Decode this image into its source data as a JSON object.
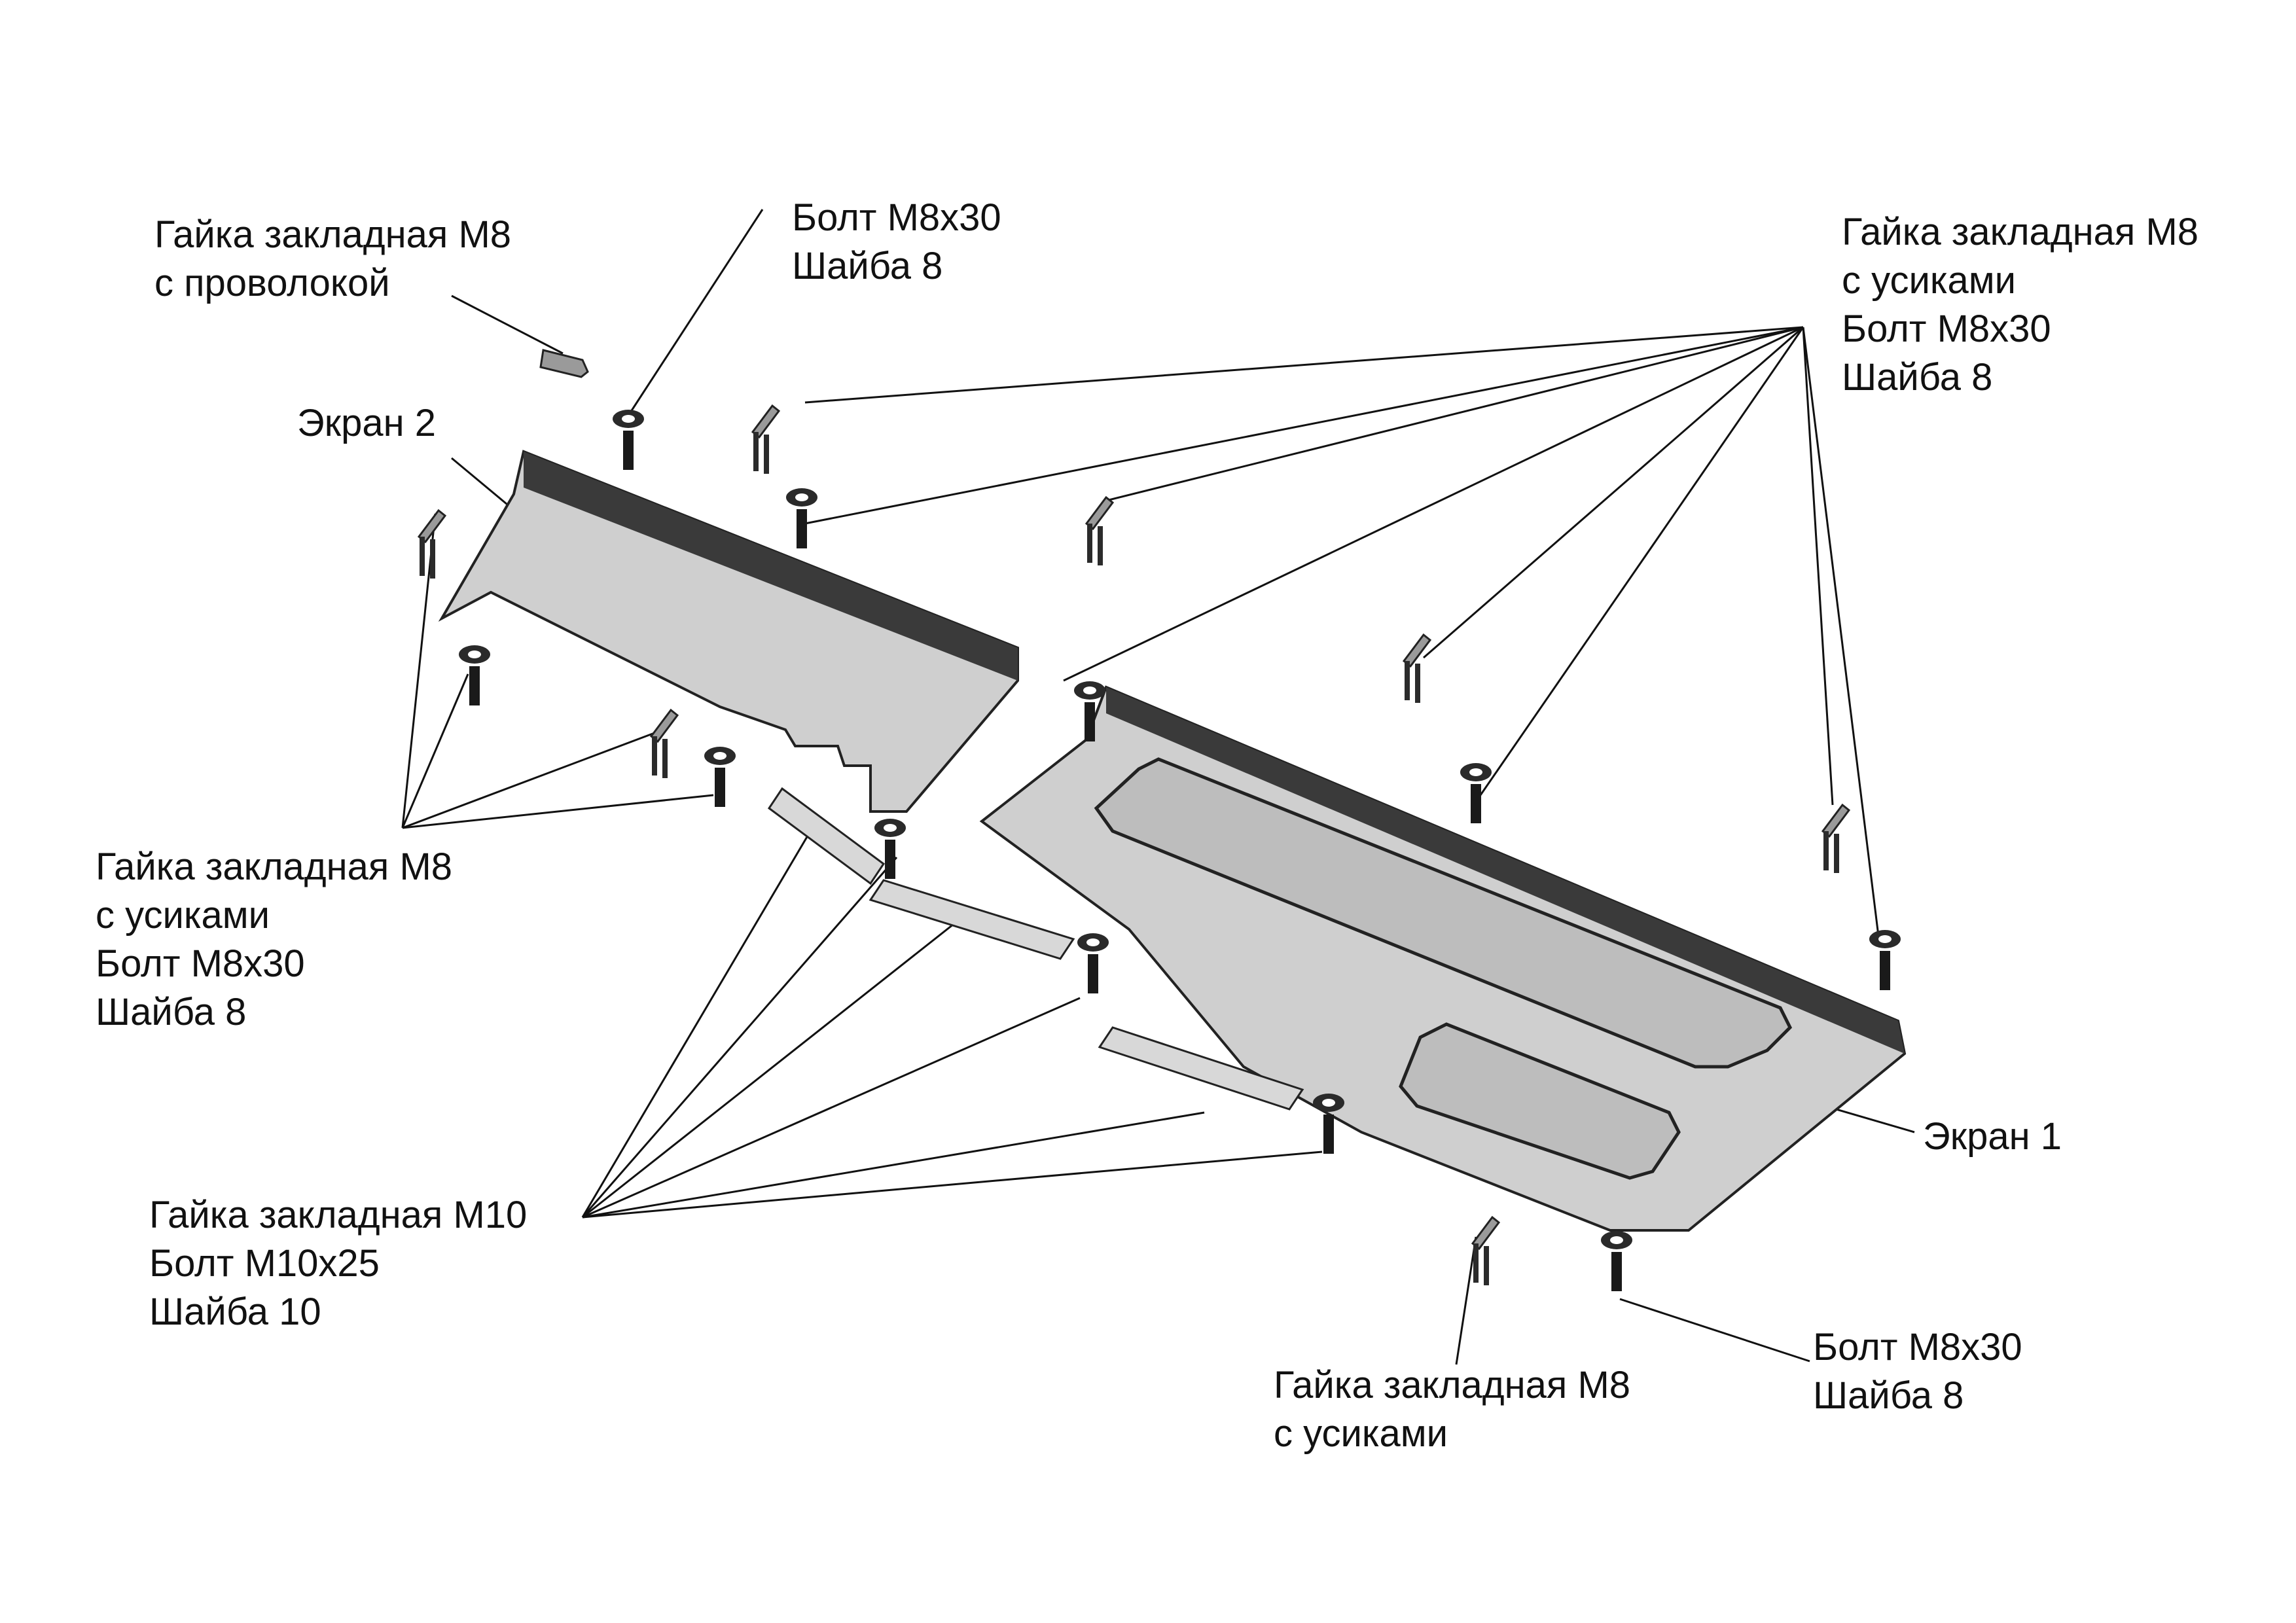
{
  "labels": {
    "wire_nut": {
      "line1": "Гайка закладная М8",
      "line2": "с проволокой"
    },
    "bolt_top": {
      "line1": "Болт М8х30",
      "line2": "Шайба 8"
    },
    "cage_top_right": {
      "line1": "Гайка закладная М8",
      "line2": "с усиками",
      "line3": "Болт М8х30",
      "line4": "Шайба 8"
    },
    "screen2": "Экран 2",
    "cage_left": {
      "line1": "Гайка закладная М8",
      "line2": "с усиками",
      "line3": "Болт М8х30",
      "line4": "Шайба 8"
    },
    "m10": {
      "line1": "Гайка закладная М10",
      "line2": "Болт М10х25",
      "line3": "Шайба 10"
    },
    "screen1": "Экран 1",
    "cage_bottom": {
      "line1": "Гайка закладная М8",
      "line2": "с усиками"
    },
    "bolt_bottom_right": {
      "line1": "Болт М8х30",
      "line2": "Шайба 8"
    }
  },
  "colors": {
    "line": "#111111",
    "plate": "#c9c9c9",
    "plate_edge": "#222222",
    "flange": "#3a3a3a",
    "hardware": "#1a1a1a"
  }
}
